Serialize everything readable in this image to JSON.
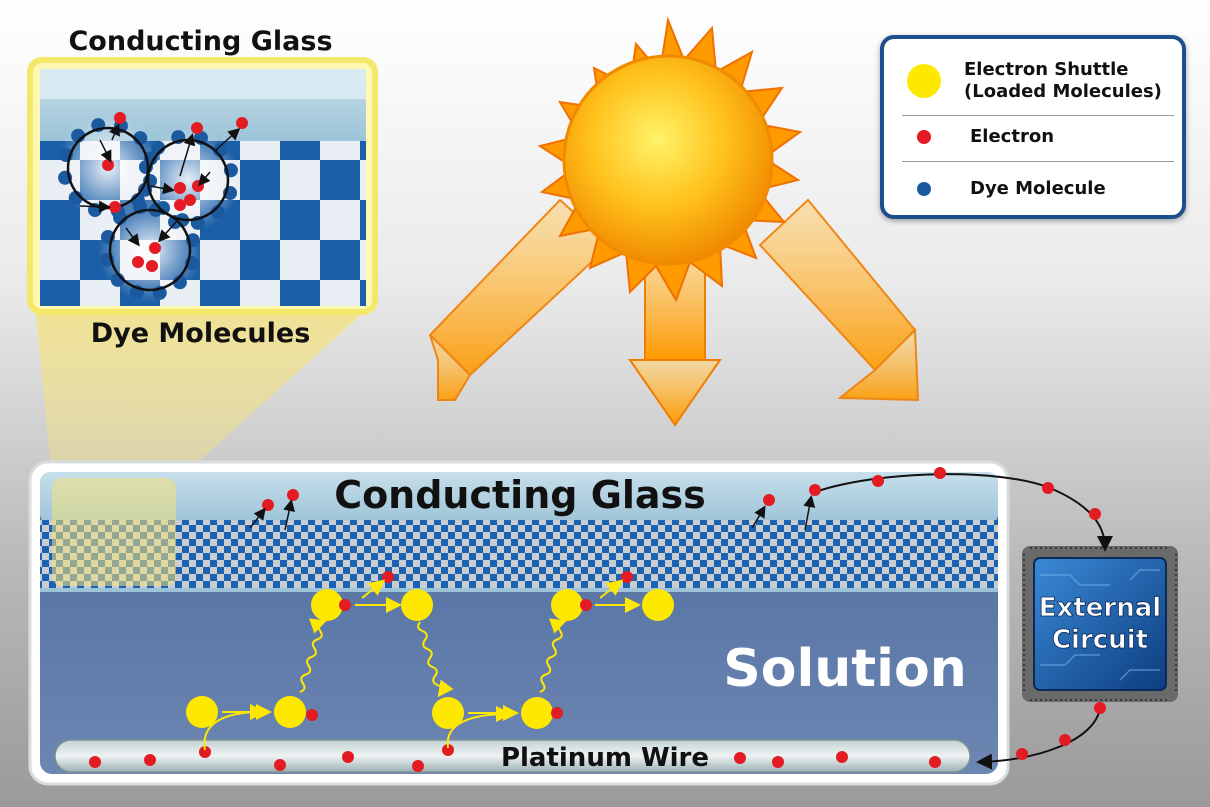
{
  "inset": {
    "title": "Conducting Glass",
    "subtitle": "Dye Molecules"
  },
  "main": {
    "glass_label": "Conducting Glass",
    "solution_label": "Solution",
    "wire_label": "Platinum Wire",
    "circuit_label_line1": "External",
    "circuit_label_line2": "Circuit"
  },
  "legend": {
    "items": [
      {
        "label_line1": "Electron Shuttle",
        "label_line2": "(Loaded Molecules)",
        "icon": "yellow-circle",
        "color": "#ffe800"
      },
      {
        "label_line1": "Electron",
        "label_line2": "",
        "icon": "red-dot",
        "color": "#e31b23"
      },
      {
        "label_line1": "Dye Molecule",
        "label_line2": "",
        "icon": "blue-dot",
        "color": "#1c5aa0"
      }
    ]
  },
  "colors": {
    "electron": "#e31b23",
    "shuttle": "#ffe800",
    "dye": "#1c5aa0",
    "legend_border": "#1c4f8c",
    "solution": "#5873a3",
    "sun": "#ffb400"
  }
}
